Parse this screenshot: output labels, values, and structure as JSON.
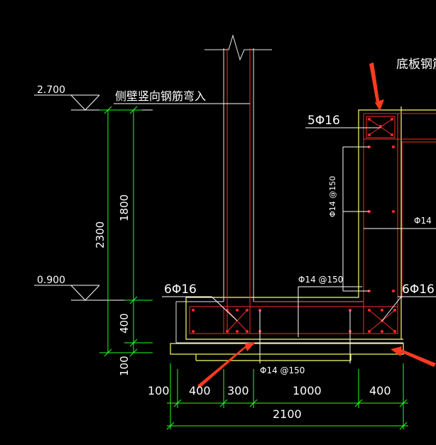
{
  "colors": {
    "background": "#000000",
    "concrete_outline": "#e8e8e8",
    "rebar": "#ff2a2a",
    "dimension": "#22ff22",
    "foundation": "#ffff66",
    "annotation": "#ffffff",
    "callout_arrow": "#ff3b1f"
  },
  "labels": {
    "top_right": "底板钢筋",
    "side_wall": "侧壁竖向钢筋弯入",
    "rebar_5": "5Φ16",
    "rebar_6_left": "6Φ16",
    "rebar_6_right": "6Φ16",
    "vertical_spacing": "Φ14 @150",
    "right_spacing": "Φ14",
    "slab_spacing": "Φ14 @150",
    "bottom_spacing": "Φ14 @150"
  },
  "elevations": {
    "top": "2.700",
    "bottom": "0.900"
  },
  "vertical_dims": {
    "d1800": "1800",
    "d2300": "2300",
    "d400": "400",
    "d100": "100"
  },
  "horizontal_dims": {
    "h100": "100",
    "h400a": "400",
    "h300": "300",
    "h1000": "1000",
    "h400b": "400",
    "total": "2100"
  }
}
